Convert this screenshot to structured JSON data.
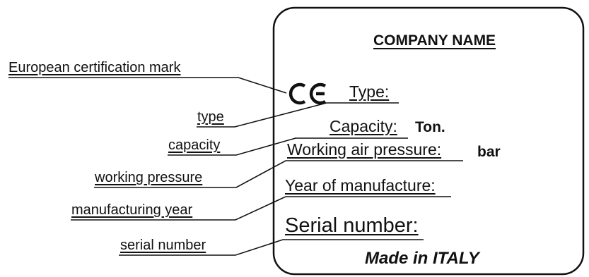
{
  "plate": {
    "company_name": "COMPANY NAME",
    "ce_mark": "CE",
    "type_label": "Type:",
    "capacity_label": "Capacity:",
    "capacity_unit": "Ton.",
    "pressure_label": "Working air pressure:",
    "pressure_unit": "bar",
    "year_label": "Year of manufacture:",
    "serial_label": "Serial number:",
    "made_in": "Made in ITALY"
  },
  "callouts": {
    "ce": "European certification mark",
    "type": "type",
    "capacity": "capacity",
    "pressure": "working pressure",
    "year": "manufacturing year",
    "serial": "serial number"
  }
}
